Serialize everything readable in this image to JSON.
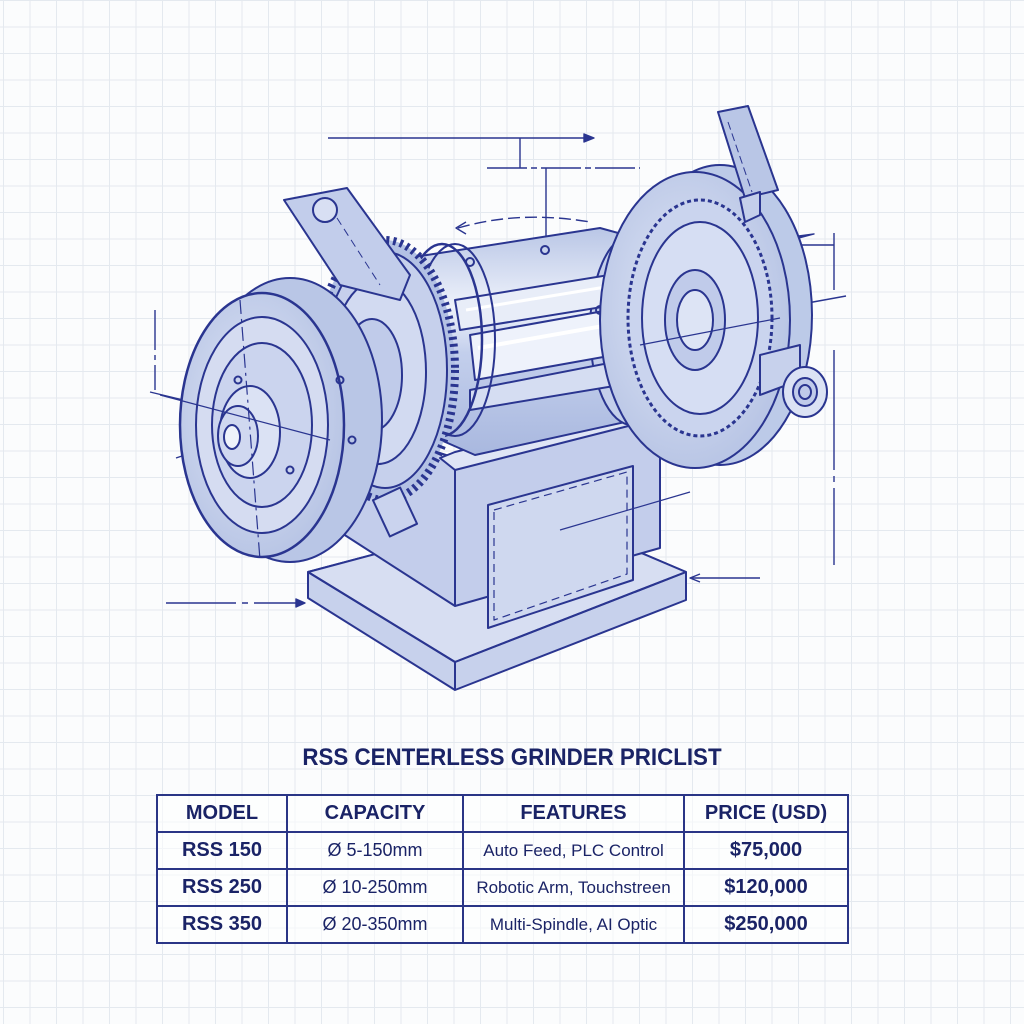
{
  "document": {
    "title": "RSS CENTERLESS GRINDER PRICLIST",
    "illustration": {
      "subject": "centerless-grinder-blueprint",
      "style": "isometric blueprint line drawing",
      "line_color": "#2a3590",
      "fill_color": "#c9d3ec"
    }
  },
  "price_table": {
    "columns": [
      "MODEL",
      "CAPACITY",
      "FEATURES",
      "PRICE (USD)"
    ],
    "rows": [
      {
        "model": "RSS 150",
        "capacity": "Ø 5-150mm",
        "features": "Auto Feed, PLC Control",
        "price": "$75,000"
      },
      {
        "model": "RSS 250",
        "capacity": "Ø 10-250mm",
        "features": "Robotic Arm, Touchstreen",
        "price": "$120,000"
      },
      {
        "model": "RSS 350",
        "capacity": "Ø 20-350mm",
        "features": "Multi-Spindle, AI Optic",
        "price": "$250,000"
      }
    ]
  },
  "colors": {
    "text": "#1a2366",
    "border": "#2a3586",
    "grid": "#e4e9ef",
    "background": "#fbfcfd"
  }
}
